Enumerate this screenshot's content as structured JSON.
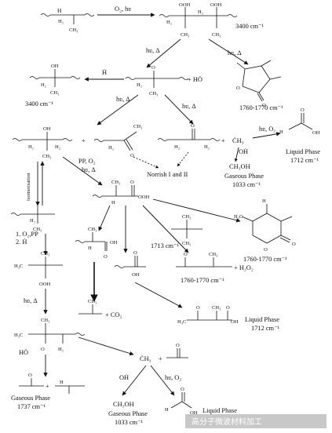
{
  "labels": {
    "cond_o2_hv": "O₂, hʋ",
    "cond_hv_delta": "hʋ, Δ",
    "cond_hv_o2": "hʋ, O₂",
    "cond_pp_o2": "PP, O₂",
    "h_abs": "Ḣ",
    "ho_rad": "+ HȮ",
    "ir_3400": "3400 cm⁻¹",
    "ir_1760_1770": "1760-1770 cm⁻¹",
    "ir_1713": "1713 cm⁻¹",
    "ir_1712": "1712 cm⁻¹",
    "ir_1033": "1033 cm⁻¹",
    "ir_1737": "1737 cm⁻¹",
    "liquid_phase": "Liquid Phase",
    "gaseous_phase": "Gaseous Phase",
    "norrish": "Norrish I and II",
    "isomerisation": "isomerisation",
    "step_1": "1. O₂,PP",
    "step_2": "2. Ḣ",
    "ch3oh": "CH₃OH",
    "oh_rad": "OḢ",
    "ch3_rad": "ĊH₃",
    "plus_co2": "+ CO₂",
    "plus_h2o2": "+ H₂O₂",
    "ho_dot": "HȮ",
    "oh": "OH",
    "ooh": "OOH",
    "ch3": "CH₃",
    "h3c": "H₃C",
    "h2": "H₂",
    "h": "H",
    "o": "O",
    "c": "C",
    "watermark": "高分子微波材料加工"
  }
}
